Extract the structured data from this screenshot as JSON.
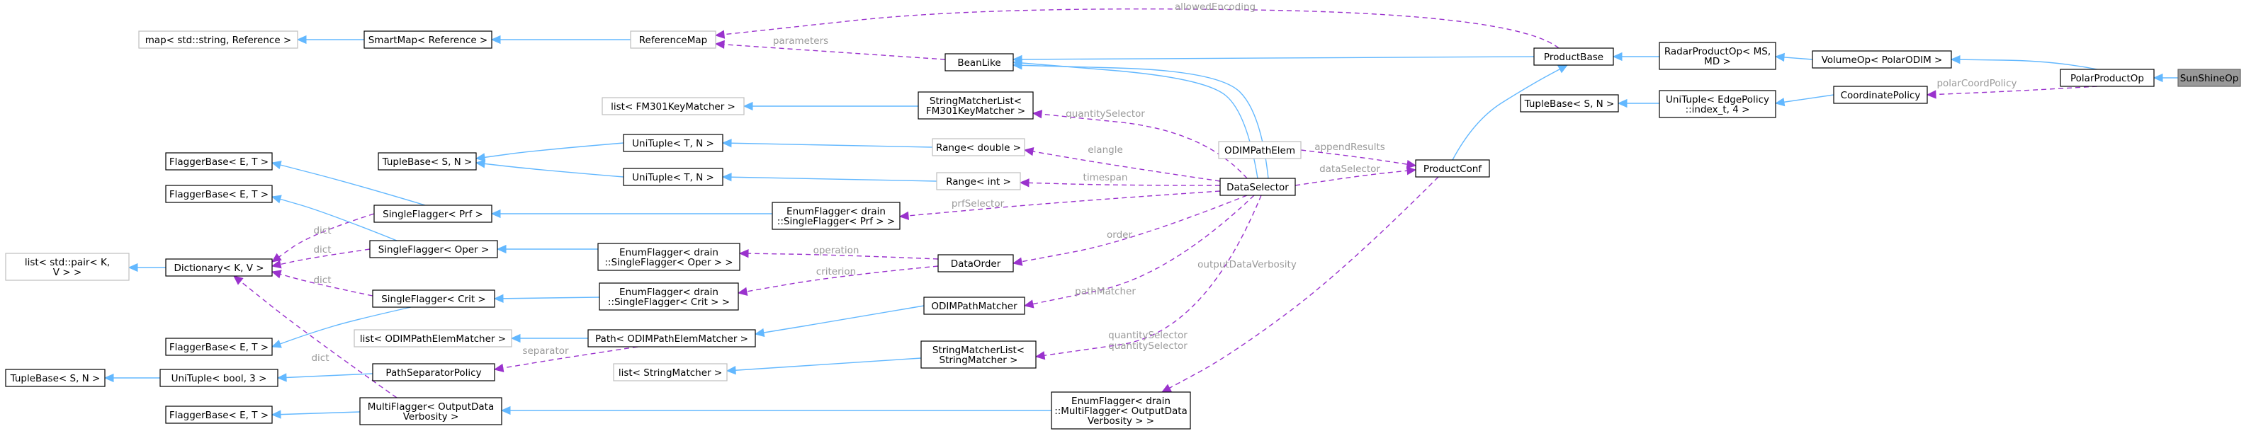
{
  "diagram": {
    "root": "SunShineOp",
    "colors": {
      "inherit": "#63b8ff",
      "usage": "#9a32cd",
      "label": "#9a9a9a",
      "root_fill": "#999999"
    },
    "nodes": [
      {
        "id": "SunShineOp",
        "lines": [
          "SunShineOp"
        ],
        "kind": "root"
      },
      {
        "id": "PolarProductOp",
        "lines": [
          "PolarProductOp"
        ],
        "kind": "doc"
      },
      {
        "id": "VolumeOp",
        "lines": [
          "VolumeOp< PolarODIM >"
        ],
        "kind": "doc"
      },
      {
        "id": "CoordinatePolicy",
        "lines": [
          "CoordinatePolicy"
        ],
        "kind": "doc"
      },
      {
        "id": "RadarProductOp",
        "lines": [
          "RadarProductOp< MS,",
          "MD >"
        ],
        "kind": "doc"
      },
      {
        "id": "ProductBase",
        "lines": [
          "ProductBase"
        ],
        "kind": "doc"
      },
      {
        "id": "UniTupleEdge",
        "lines": [
          "UniTuple< EdgePolicy",
          "::index_t, 4 >"
        ],
        "kind": "doc"
      },
      {
        "id": "TupleBaseSN_r",
        "lines": [
          "TupleBase< S, N >"
        ],
        "kind": "doc"
      },
      {
        "id": "ProductConf",
        "lines": [
          "ProductConf"
        ],
        "kind": "doc"
      },
      {
        "id": "ODIMPathElem",
        "lines": [
          "ODIMPathElem"
        ],
        "kind": "ext"
      },
      {
        "id": "BeanLike",
        "lines": [
          "BeanLike"
        ],
        "kind": "doc"
      },
      {
        "id": "ReferenceMap",
        "lines": [
          "ReferenceMap"
        ],
        "kind": "ext"
      },
      {
        "id": "SmartMap",
        "lines": [
          "SmartMap< Reference >"
        ],
        "kind": "doc"
      },
      {
        "id": "MapStd",
        "lines": [
          "map< std::string, Reference >"
        ],
        "kind": "ext"
      },
      {
        "id": "DataSelector",
        "lines": [
          "DataSelector"
        ],
        "kind": "doc"
      },
      {
        "id": "SMLFM301",
        "lines": [
          "StringMatcherList<",
          "FM301KeyMatcher >"
        ],
        "kind": "doc"
      },
      {
        "id": "ListFM301",
        "lines": [
          "list< FM301KeyMatcher >"
        ],
        "kind": "ext"
      },
      {
        "id": "RangeDouble",
        "lines": [
          "Range< double >"
        ],
        "kind": "ext"
      },
      {
        "id": "RangeInt",
        "lines": [
          "Range< int >"
        ],
        "kind": "ext"
      },
      {
        "id": "UniTupleTN1",
        "lines": [
          "UniTuple< T, N >"
        ],
        "kind": "doc"
      },
      {
        "id": "UniTupleTN2",
        "lines": [
          "UniTuple< T, N >"
        ],
        "kind": "doc"
      },
      {
        "id": "TupleBaseSN_m",
        "lines": [
          "TupleBase< S, N >"
        ],
        "kind": "doc"
      },
      {
        "id": "EFPrf",
        "lines": [
          "EnumFlagger< drain",
          "::SingleFlagger< Prf > >"
        ],
        "kind": "doc"
      },
      {
        "id": "SFPrf",
        "lines": [
          "SingleFlagger< Prf >"
        ],
        "kind": "doc"
      },
      {
        "id": "FBET1",
        "lines": [
          "FlaggerBase< E, T >"
        ],
        "kind": "doc"
      },
      {
        "id": "FBET2",
        "lines": [
          "FlaggerBase< E, T >"
        ],
        "kind": "doc"
      },
      {
        "id": "Dictionary",
        "lines": [
          "Dictionary< K, V >"
        ],
        "kind": "doc"
      },
      {
        "id": "ListStdPair",
        "lines": [
          "list< std::pair< K,",
          "V > >"
        ],
        "kind": "ext"
      },
      {
        "id": "SFOper",
        "lines": [
          "SingleFlagger< Oper >"
        ],
        "kind": "doc"
      },
      {
        "id": "EFOper",
        "lines": [
          "EnumFlagger< drain",
          "::SingleFlagger< Oper > >"
        ],
        "kind": "doc"
      },
      {
        "id": "DataOrder",
        "lines": [
          "DataOrder"
        ],
        "kind": "doc"
      },
      {
        "id": "SFCrit",
        "lines": [
          "SingleFlagger< Crit >"
        ],
        "kind": "doc"
      },
      {
        "id": "EFCrit",
        "lines": [
          "EnumFlagger< drain",
          "::SingleFlagger< Crit > >"
        ],
        "kind": "doc"
      },
      {
        "id": "ODIMPathMatcher",
        "lines": [
          "ODIMPathMatcher"
        ],
        "kind": "doc"
      },
      {
        "id": "FBET3",
        "lines": [
          "FlaggerBase< E, T >"
        ],
        "kind": "doc"
      },
      {
        "id": "ListODIMPEM",
        "lines": [
          "list< ODIMPathElemMatcher >"
        ],
        "kind": "ext"
      },
      {
        "id": "PathODIMPEM",
        "lines": [
          "Path< ODIMPathElemMatcher >"
        ],
        "kind": "doc"
      },
      {
        "id": "PathSepPolicy",
        "lines": [
          "PathSeparatorPolicy"
        ],
        "kind": "doc"
      },
      {
        "id": "UniTupleBool",
        "lines": [
          "UniTuple< bool, 3 >"
        ],
        "kind": "doc"
      },
      {
        "id": "TupleBaseSN_l",
        "lines": [
          "TupleBase< S, N >"
        ],
        "kind": "doc"
      },
      {
        "id": "SMLStr",
        "lines": [
          "StringMatcherList<",
          "StringMatcher >"
        ],
        "kind": "doc"
      },
      {
        "id": "ListStrMatcher",
        "lines": [
          "list< StringMatcher >"
        ],
        "kind": "ext"
      },
      {
        "id": "FBET4",
        "lines": [
          "FlaggerBase< E, T >"
        ],
        "kind": "doc"
      },
      {
        "id": "MFOutput",
        "lines": [
          "MultiFlagger< OutputData",
          "Verbosity >"
        ],
        "kind": "doc"
      },
      {
        "id": "EFOutput",
        "lines": [
          "EnumFlagger< drain",
          "::MultiFlagger< OutputData",
          "Verbosity > >"
        ],
        "kind": "doc"
      }
    ],
    "edge_labels": [
      "allowedEncoding",
      "parameters",
      "polarCoordPolicy",
      "appendResults",
      "dataSelector",
      "quantitySelector",
      "elangle",
      "timespan",
      "prfSelector",
      "order",
      "operation",
      "criterion",
      "pathMatcher",
      "outputDataVerbosity",
      "quantitySelector\nquantitySelector",
      "separator",
      "dict",
      "dict",
      "dict",
      "dict"
    ]
  }
}
